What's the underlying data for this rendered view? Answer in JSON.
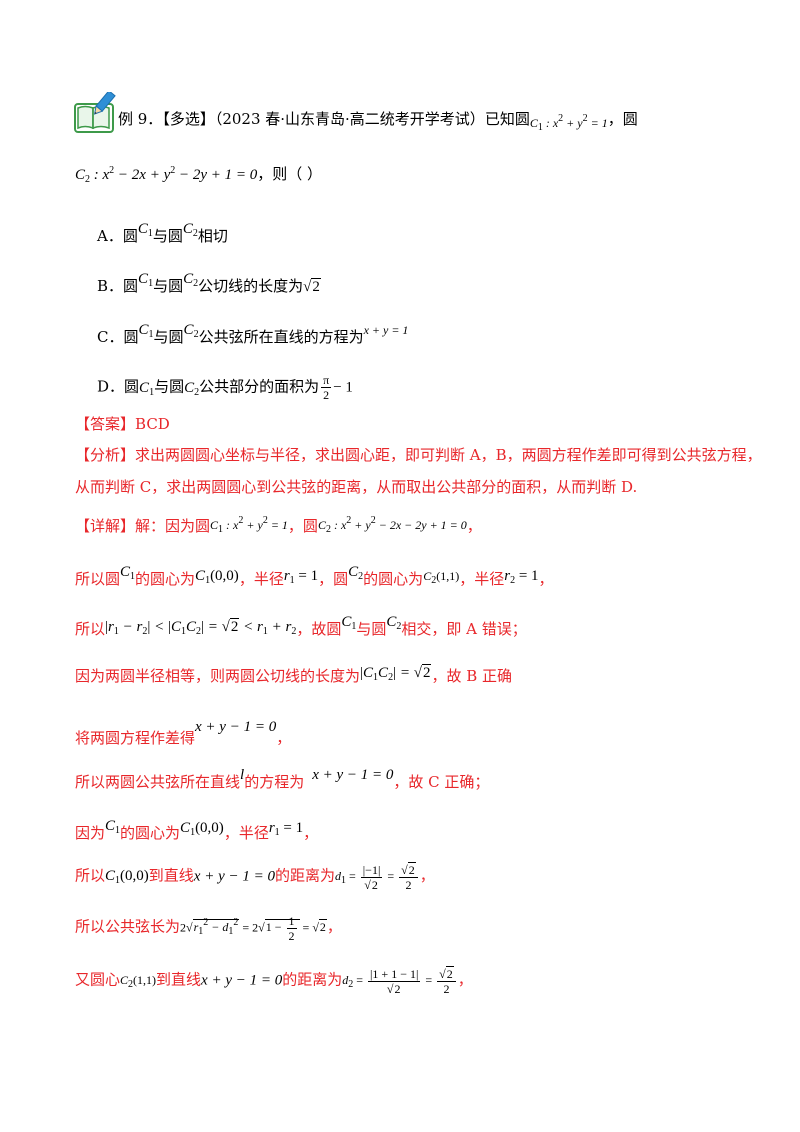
{
  "question": {
    "example_label": "例 9．",
    "tag": "【多选】",
    "source": "（2023 春·山东青岛·高二统考开学考试）",
    "stem_start": "已知圆",
    "stem_c1_tail": "，圆",
    "stem_c2_tail": "，则（ ）",
    "options": [
      {
        "letter": "A．",
        "text": "圆 C1 与圆 C2 相切"
      },
      {
        "letter": "B．",
        "text": "圆 C1 与圆 C2 公切线的长度为 √2"
      },
      {
        "letter": "C．",
        "text": "圆 C1 与圆 C2 公共弦所在直线的方程为 x + y = 1"
      },
      {
        "letter": "D．",
        "text": "圆 C1 与圆 C2 公共部分的面积为 π/2 − 1"
      }
    ]
  },
  "words": {
    "yuan": "圆",
    "yu": "与",
    "xiangqie": "相切",
    "gongqiexian": "公切线的长度为",
    "gonggongxian": "公共弦所在直线的方程为",
    "gonggongmianji": "公共部分的面积为"
  },
  "answer": {
    "label": "【答案】",
    "value": "BCD"
  },
  "analysis": {
    "label": "【分析】",
    "line1": "求出两圆圆心坐标与半径，求出圆心距，即可判断 A，B，两圆方程作差即可得到公共弦方程，",
    "line2": "从而判断 C，求出两圆圆心到公共弦的距离，从而取出公共部分的面积，从而判断 D."
  },
  "detail": {
    "label": "【详解】",
    "l1_a": "解：因为圆",
    "l1_b": "，圆",
    "l1_c": "，",
    "l2_a": "所以圆",
    "l2_b": "的圆心为",
    "l2_c": "，半径",
    "l2_d": "，圆",
    "l2_e": "的圆心为",
    "l2_f": "，半径",
    "l2_g": "，",
    "l3_a": "所以",
    "l3_b": "，故圆",
    "l3_c": "与圆",
    "l3_d": "相交，即 A 错误；",
    "l4_a": "因为两圆半径相等，则两圆公切线的长度为",
    "l4_b": "，故 B 正确",
    "l5_a": "将两圆方程作差得",
    "l5_b": "，",
    "l6_a": "所以两圆公共弦所在直线",
    "l6_b": "的方程为",
    "l6_c": "，故 C 正确；",
    "l7_a": "因为",
    "l7_b": "的圆心为",
    "l7_c": "，半径",
    "l7_d": "，",
    "l8_a": "所以",
    "l8_b": "到直线",
    "l8_c": "的距离为",
    "l8_d": "，",
    "l9_a": "所以公共弦长为",
    "l9_b": "，",
    "l10_a": "又圆心",
    "l10_b": "到直线",
    "l10_c": "的距离为",
    "l10_d": "，"
  },
  "colors": {
    "text": "#000000",
    "red": "#e8272b",
    "icon_green": "#3e9a4a",
    "icon_blue": "#2f8fd6"
  }
}
